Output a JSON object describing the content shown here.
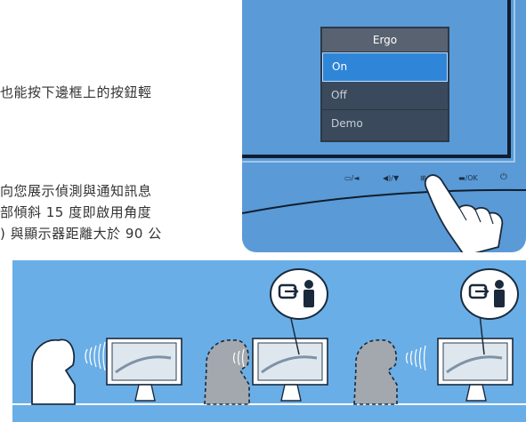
{
  "text": {
    "line1": "也能按下邊框上的按鈕輕",
    "line2": "向您展示偵測與通知訊息",
    "line3": "部傾斜 15 度即啟用角度",
    "line4": ") 與顯示器距離大於 90 公"
  },
  "osd": {
    "title": "Ergo",
    "items": [
      "On",
      "Off",
      "Demo"
    ],
    "selected": "On"
  },
  "bezel_buttons": [
    "▭/◄",
    "◀)/▼",
    "⊞",
    "▬/OK",
    "⏻"
  ],
  "colors": {
    "panel_blue": "#5a9ad6",
    "strip_blue": "#6aaee7",
    "osd_bg": "#3a4a5c",
    "osd_selected": "#2f86d8"
  }
}
